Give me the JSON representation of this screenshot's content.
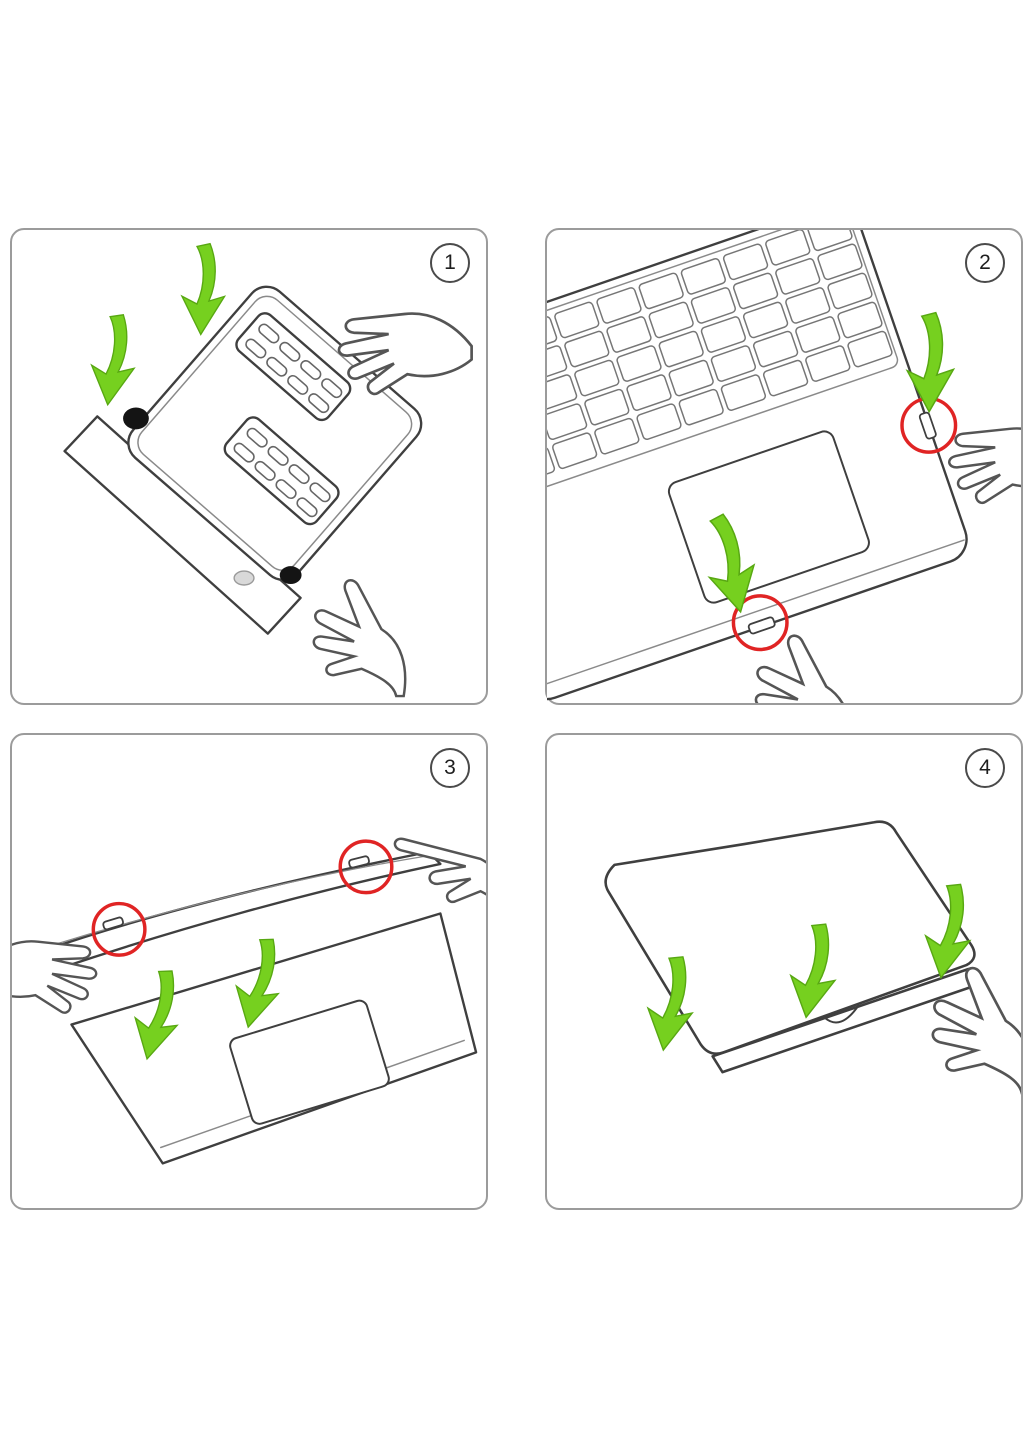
{
  "colors": {
    "background": "#ffffff",
    "panel_border": "#9b9b9b",
    "line": "#3f3f3f",
    "line_light": "#777777",
    "arrow_green": "#76d01f",
    "arrow_green_outline": "#58a812",
    "highlight_red": "#e02424",
    "foot_black": "#141414",
    "badge_border": "#4a4a4a"
  },
  "panels": [
    {
      "number": "1",
      "icons": [
        "green-arrow-icon",
        "green-arrow-icon"
      ],
      "drawing": "laptop-bottom-case-with-vents-and-hands"
    },
    {
      "number": "2",
      "icons": [
        "green-arrow-icon",
        "green-arrow-icon",
        "highlight-circle",
        "highlight-circle"
      ],
      "drawing": "keyboard-deck-press-side-clips"
    },
    {
      "number": "3",
      "icons": [
        "green-arrow-icon",
        "green-arrow-icon",
        "highlight-circle",
        "highlight-circle"
      ],
      "drawing": "top-cover-removal-clips"
    },
    {
      "number": "4",
      "icons": [
        "green-arrow-icon",
        "green-arrow-icon",
        "green-arrow-icon"
      ],
      "drawing": "closed-laptop-press-front-edge"
    }
  ]
}
